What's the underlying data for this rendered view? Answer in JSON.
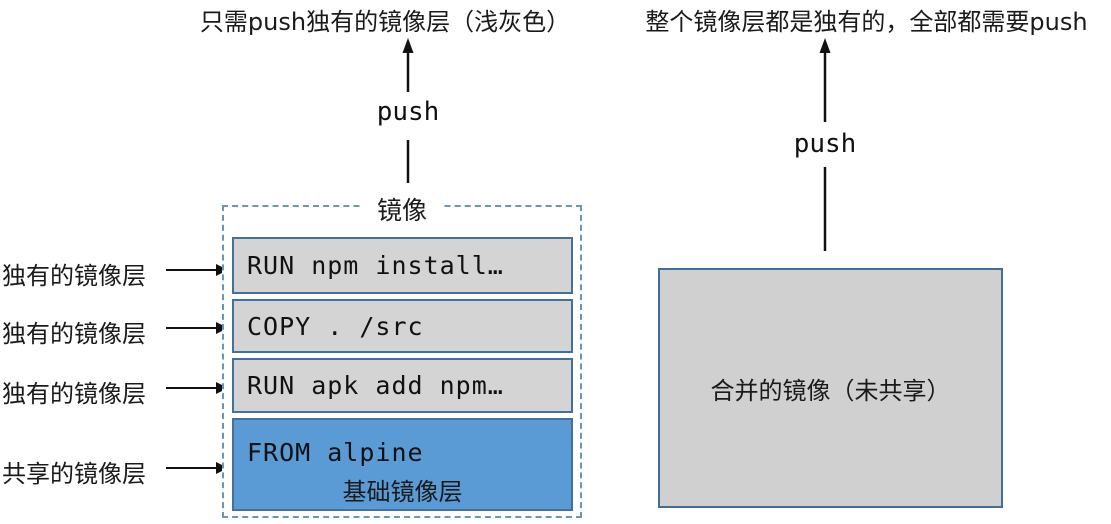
{
  "diagram": {
    "left": {
      "caption": "只需push独有的镜像层（浅灰色）",
      "push_label": "push",
      "box_title": "镜像",
      "layers": [
        {
          "command": "RUN npm install…",
          "type": "unique"
        },
        {
          "command": "COPY . /src",
          "type": "unique"
        },
        {
          "command": "RUN apk add npm…",
          "type": "unique"
        },
        {
          "command": "FROM alpine",
          "sublabel": "基础镜像层",
          "type": "shared"
        }
      ],
      "side_labels": [
        "独有的镜像层",
        "独有的镜像层",
        "独有的镜像层",
        "共享的镜像层"
      ]
    },
    "right": {
      "caption": "整个镜像层都是独有的，全部都需要push",
      "push_label": "push",
      "box_label": "合并的镜像（未共享）"
    },
    "colors": {
      "shared_layer_fill": "#5b9bd5",
      "unique_layer_fill": "#d4d4d4",
      "layer_border": "#41719c",
      "dashed_border": "#6797b7",
      "merged_box_fill": "#d0d0d0",
      "merged_box_border": "#3f6e96",
      "arrow": "#111111",
      "background": "#ffffff"
    }
  }
}
